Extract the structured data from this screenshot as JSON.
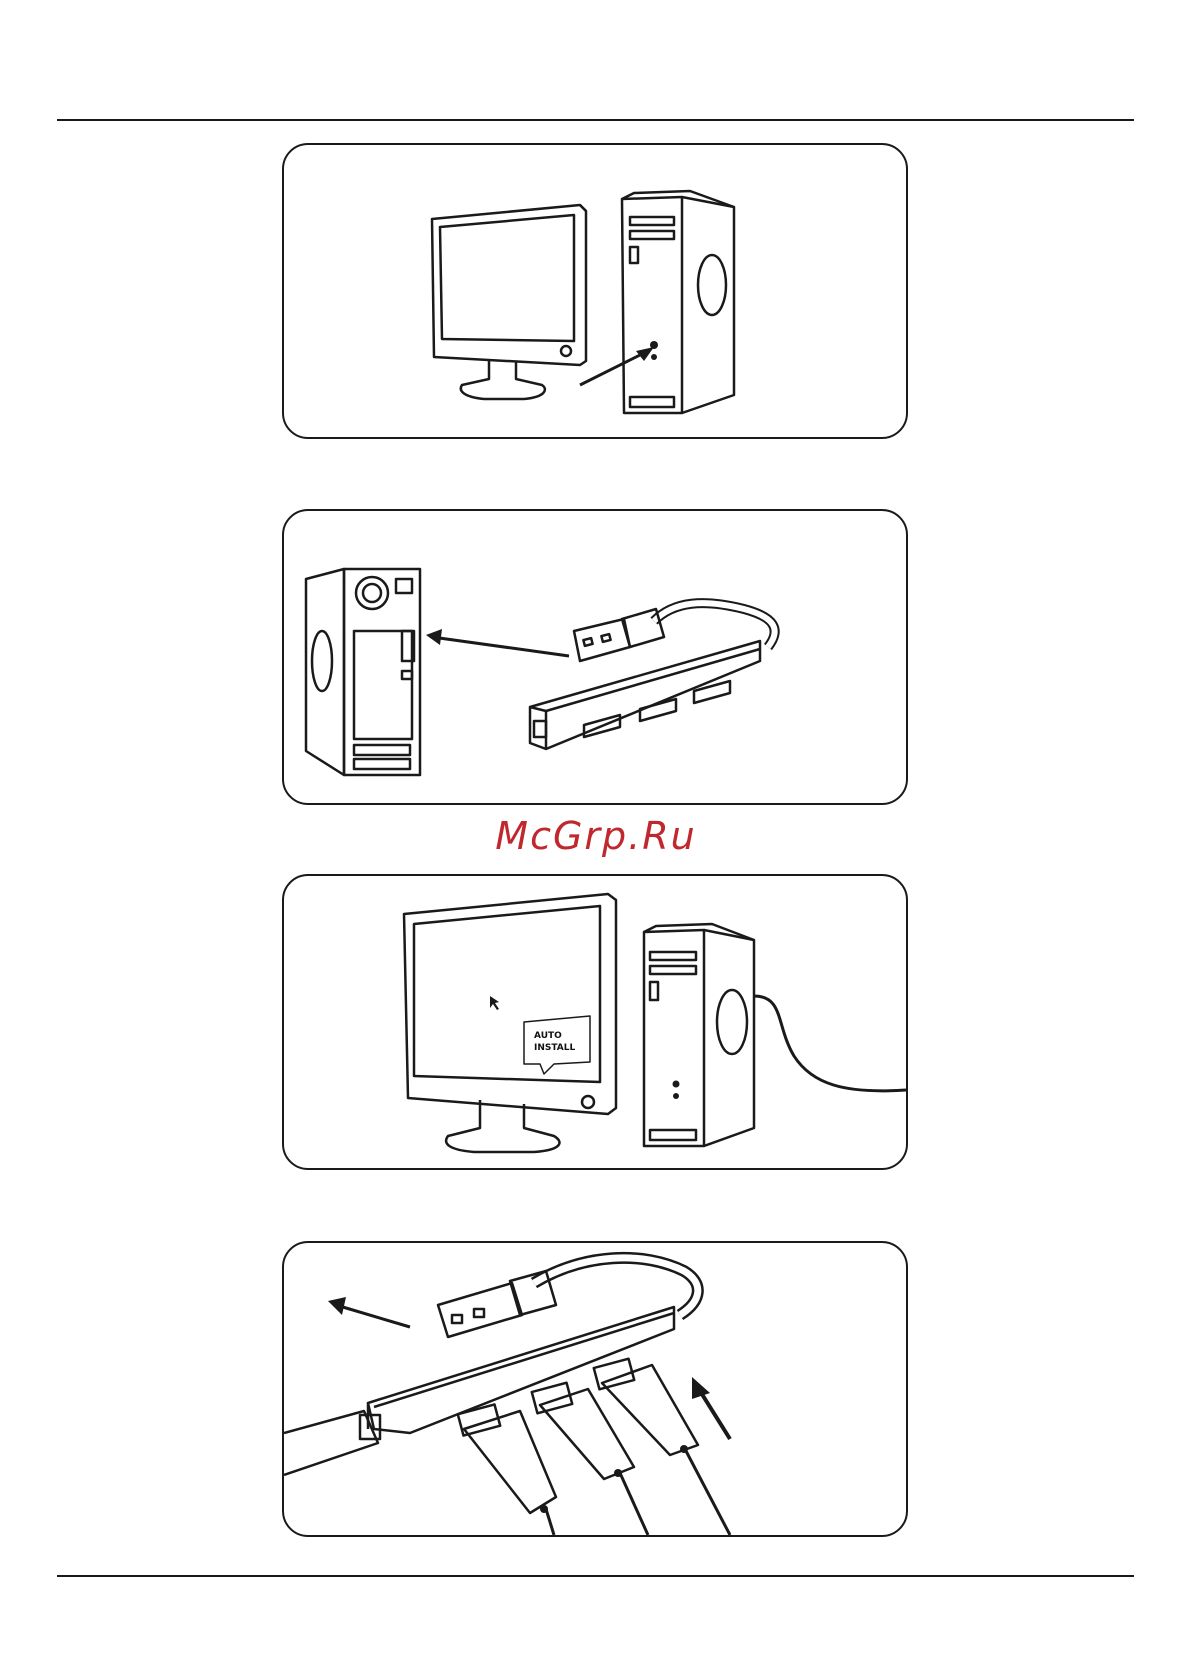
{
  "watermark": "McGrp.Ru",
  "steps": [
    {
      "label": "step-1"
    },
    {
      "label": "step-2"
    },
    {
      "label": "step-3",
      "bubble_line1": "AUTO",
      "bubble_line2": "INSTALL"
    },
    {
      "label": "step-4"
    }
  ],
  "colors": {
    "line": "#1a1a1a",
    "watermark": "#c0282d"
  }
}
